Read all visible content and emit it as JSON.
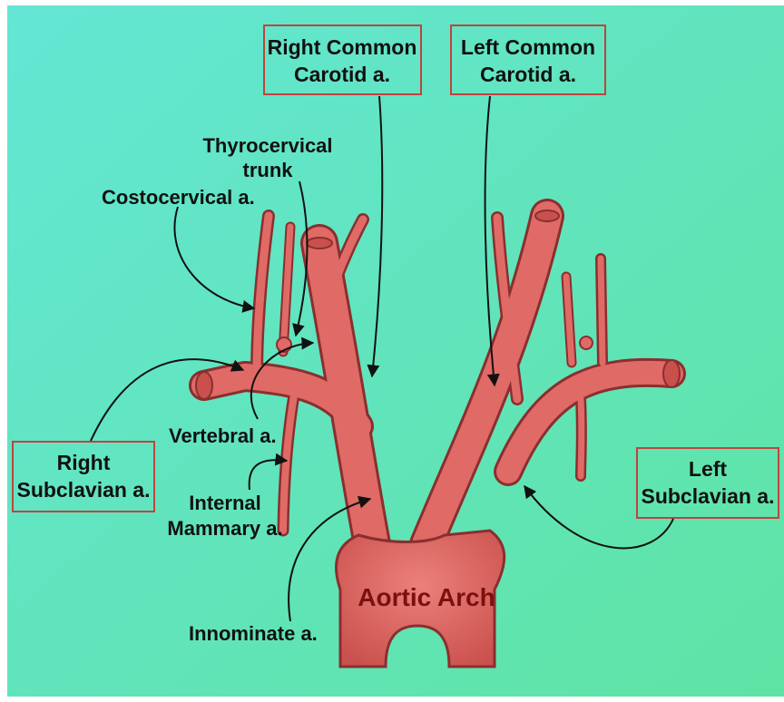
{
  "diagram": {
    "labels": {
      "right_common_carotid": [
        "Right Common",
        "Carotid a."
      ],
      "left_common_carotid": [
        "Left Common",
        "Carotid a."
      ],
      "thyrocervical": [
        "Thyrocervical",
        "trunk"
      ],
      "costocervical": "Costocervical a.",
      "vertebral": "Vertebral a.",
      "internal_mammary": [
        "Internal",
        "Mammary a."
      ],
      "right_subclavian": [
        "Right",
        "Subclavian a."
      ],
      "left_subclavian": [
        "Left",
        "Subclavian a."
      ],
      "innominate": "Innominate a.",
      "aortic_arch": "Aortic Arch"
    },
    "colors": {
      "background_left": "#63e6d4",
      "background_right": "#5fe3a4",
      "vessel": "#e06a66",
      "vessel_shadow": "#8a2f2f",
      "box_border": "#c0433f",
      "arch_text": "#7a1010"
    }
  }
}
